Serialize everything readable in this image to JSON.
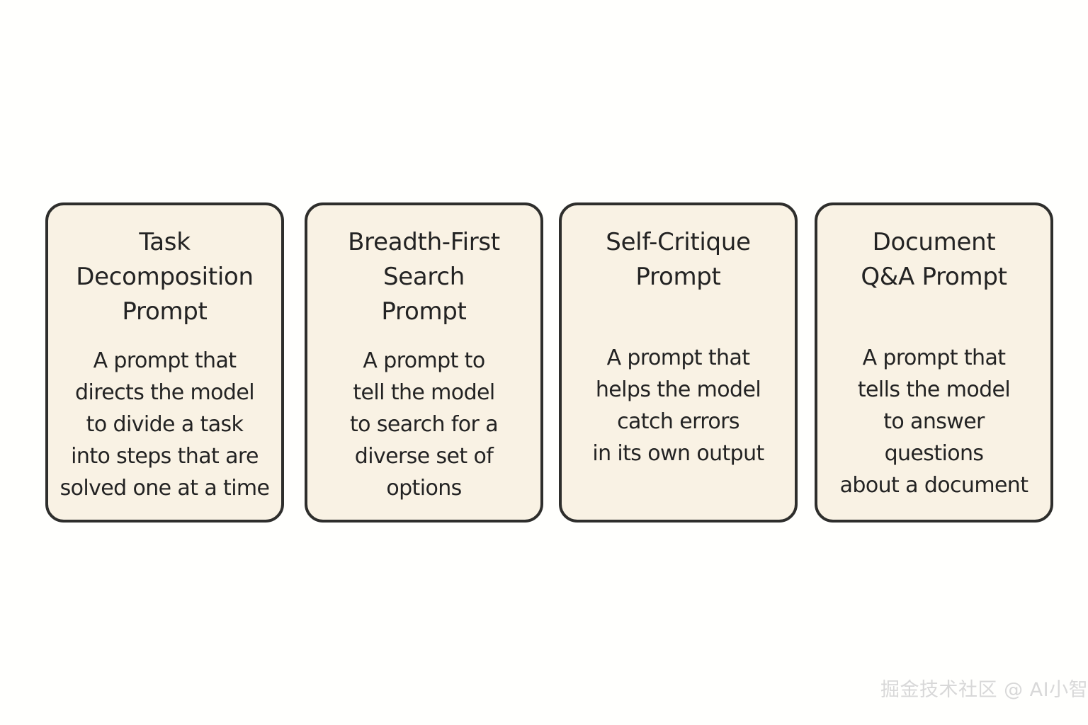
{
  "page": {
    "background_color": "#fffffd",
    "card_fill_color": "#f9f2e4",
    "card_border_color": "#2e2e2c",
    "text_color": "#232323"
  },
  "cards": [
    {
      "title": "Task\nDecomposition\nPrompt",
      "body": "A prompt that\ndirects the model\nto divide a task\ninto steps that are\nsolved one at a time"
    },
    {
      "title": "Breadth-First\nSearch\nPrompt",
      "body": "A prompt to\ntell the model\nto search for a\ndiverse set of\noptions"
    },
    {
      "title": "Self-Critique\nPrompt",
      "body": "A prompt that\nhelps the model\ncatch errors\nin its own output"
    },
    {
      "title": "Document\nQ&A Prompt",
      "body": "A prompt that\ntells the model\nto answer\nquestions\nabout a document"
    }
  ],
  "watermark": {
    "text": "掘金技术社区 @ AI小智",
    "color": "#d8d8d8"
  }
}
